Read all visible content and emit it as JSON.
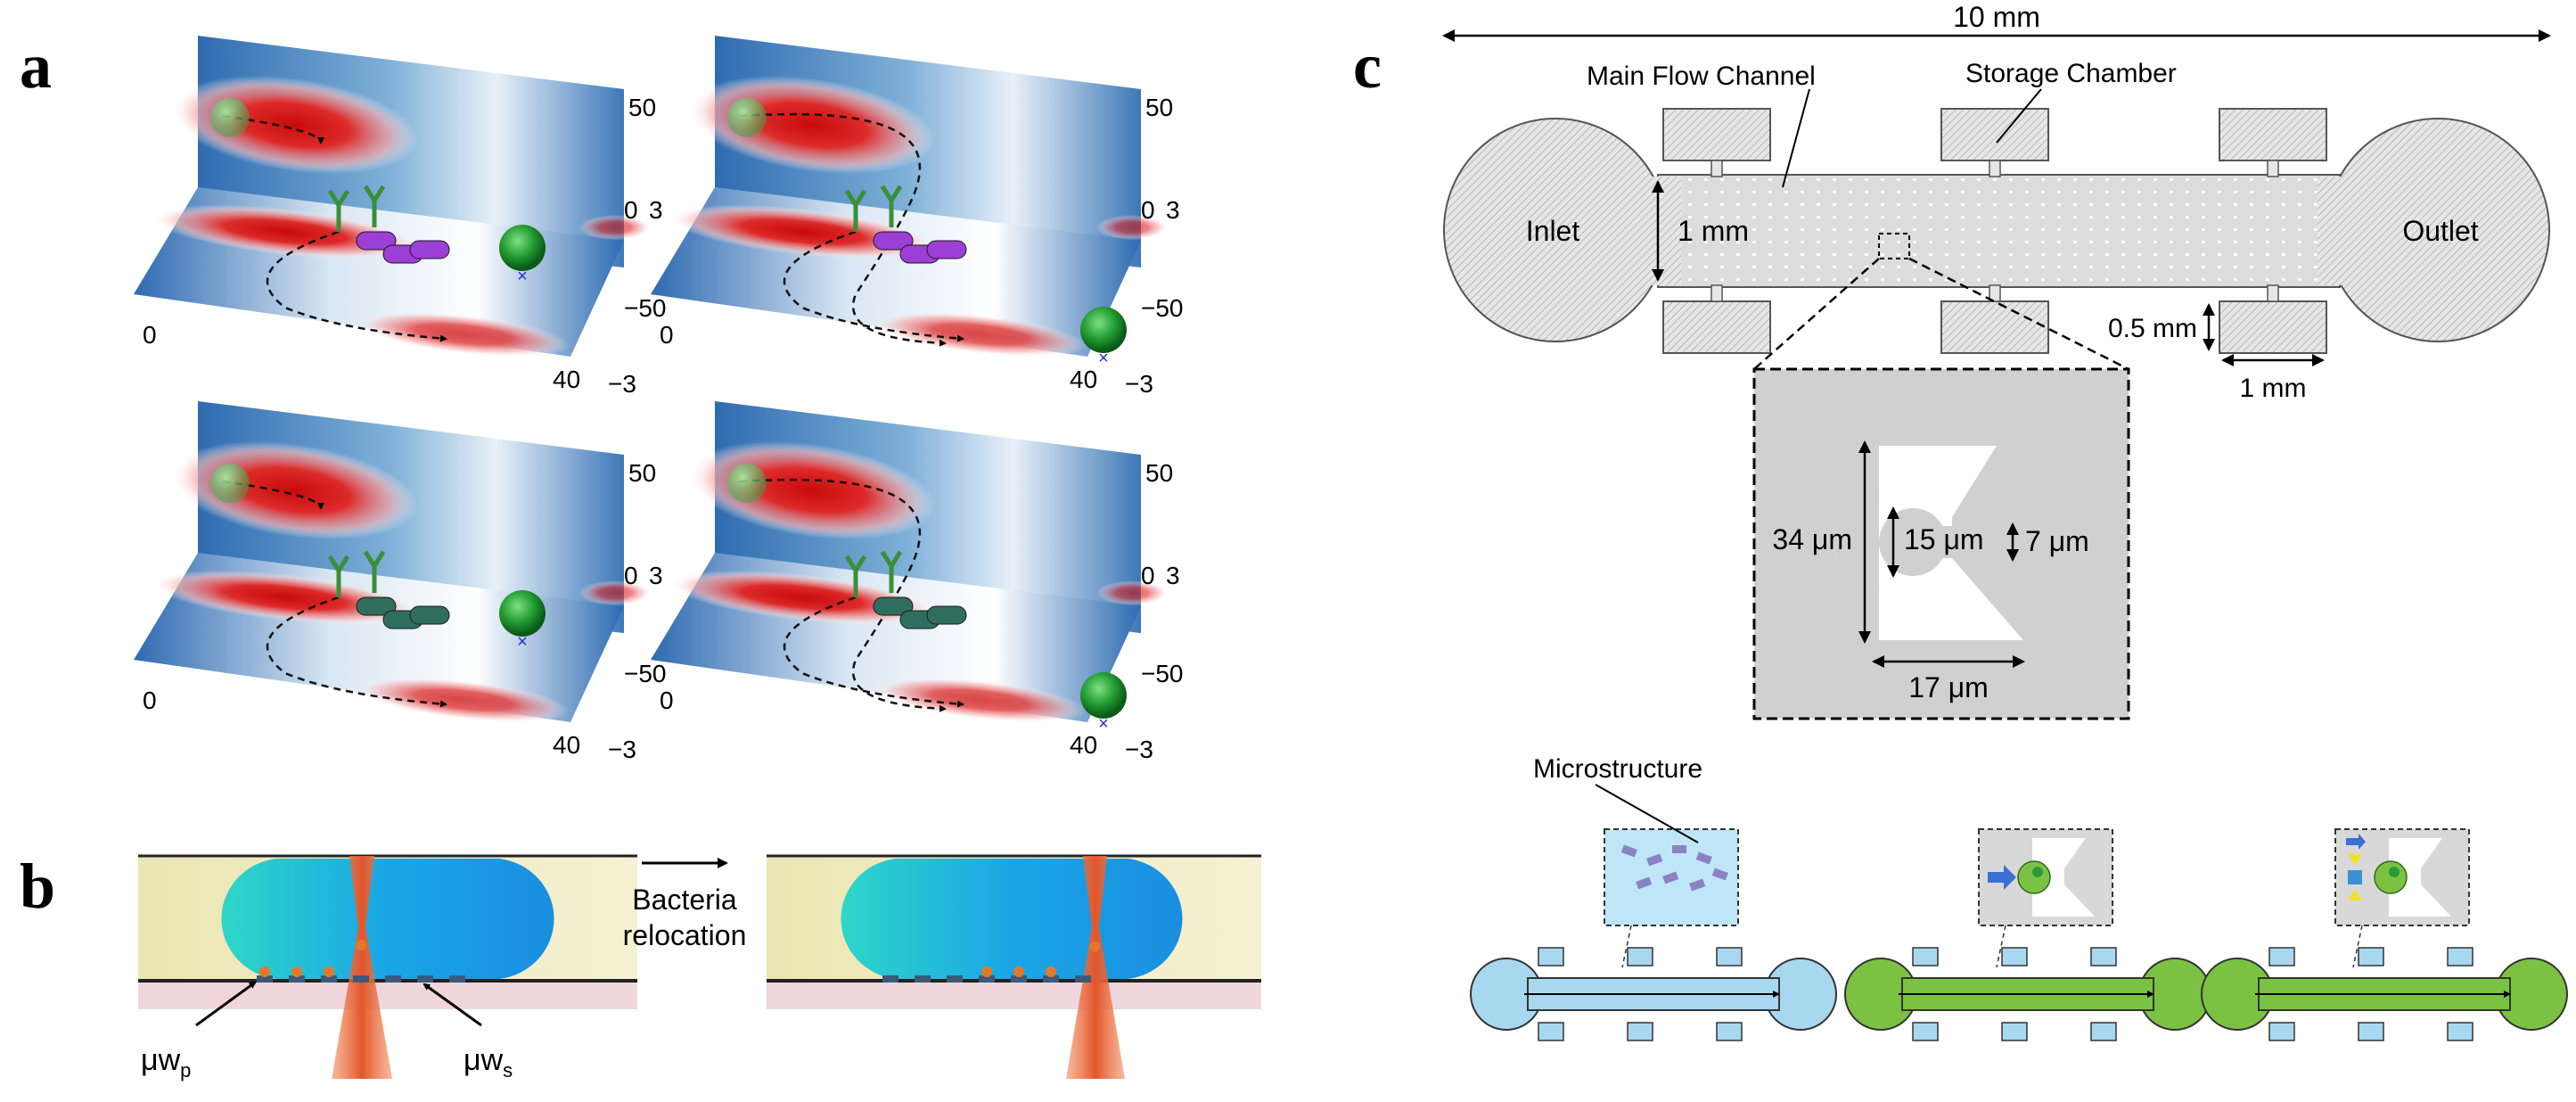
{
  "panels": {
    "a": {
      "label": "a",
      "subplots": [
        {
          "ticks": {
            "v_top": "50",
            "v_zero": "0",
            "v_bottom": "−50",
            "h_zero": "0",
            "h_right": "40",
            "d_top": "3",
            "d_bottom": "−3"
          }
        },
        {
          "ticks": {
            "v_top": "50",
            "v_zero": "0",
            "v_bottom": "−50",
            "h_zero": "0",
            "h_right": "40",
            "d_top": "3",
            "d_bottom": "−3"
          }
        },
        {
          "ticks": {
            "v_top": "50",
            "v_zero": "0",
            "v_bottom": "−50",
            "h_zero": "0",
            "h_right": "40",
            "d_top": "3",
            "d_bottom": "−3"
          }
        },
        {
          "ticks": {
            "v_top": "50",
            "v_zero": "0",
            "v_bottom": "−50",
            "h_zero": "0",
            "h_right": "40",
            "d_top": "3",
            "d_bottom": "−3"
          }
        }
      ]
    },
    "b": {
      "label": "b",
      "arrow_text_1": "Bacteria",
      "arrow_text_2": "relocation",
      "well_p": "μw",
      "well_p_sub": "p",
      "well_s": "μw",
      "well_s_sub": "s"
    },
    "c": {
      "label": "c",
      "total_length": "10 mm",
      "main_flow_channel": "Main Flow Channel",
      "storage_chamber": "Storage Chamber",
      "inlet": "Inlet",
      "outlet": "Outlet",
      "channel_width": "1 mm",
      "chamber_height": "0.5 mm",
      "chamber_width": "1 mm",
      "zoom_height": "34 μm",
      "zoom_opening": "15 μm",
      "zoom_gap": "7 μm",
      "zoom_width": "17 μm",
      "microstructure": "Microstructure"
    }
  },
  "colors": {
    "field_red": "#d81818",
    "field_blue": "#2a6fb3",
    "chip_gray": "#e8e8e8",
    "zoom_gray": "#cfcfcf",
    "step1_fill": "#a8d8ef",
    "step2_fill": "#7cc242",
    "chamber_fill": "#a8d8ef",
    "droplet_cyan": "#33c8dc",
    "laser": "#e8643c"
  }
}
